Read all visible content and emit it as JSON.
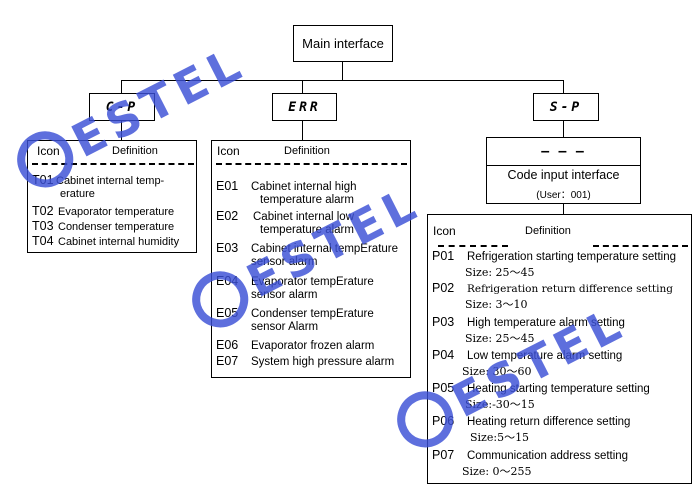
{
  "main_node": "Main interface",
  "modes": [
    "C-P",
    "ERR",
    "S-P"
  ],
  "table_headers": {
    "icon": "Icon",
    "definition": "Definition"
  },
  "cp_items": [
    {
      "code": "T01",
      "desc": "Cabinet internal temp-",
      "desc2": "erature"
    },
    {
      "code": "T02",
      "desc": "Evaporator temperature"
    },
    {
      "code": "T03",
      "desc": "Condenser temperature"
    },
    {
      "code": "T04",
      "desc": "Cabinet internal humidity"
    }
  ],
  "err_items": [
    {
      "code": "E01",
      "desc": "Cabinet internal high",
      "desc2": "temperature alarm"
    },
    {
      "code": "E02",
      "desc": "Cabinet internal low",
      "desc2": "temperature alarm"
    },
    {
      "code": "E03",
      "desc": "Cabinet internal tempErature",
      "desc2": "sensor alarm"
    },
    {
      "code": "E04",
      "desc": "Evaporator tempErature",
      "desc2": "sensor alarm"
    },
    {
      "code": "E05",
      "desc": "Condenser tempErature",
      "desc2": "sensor Alarm"
    },
    {
      "code": "E06",
      "desc": "Evaporator frozen alarm"
    },
    {
      "code": "E07",
      "desc": "System high pressure alarm"
    }
  ],
  "code_input": {
    "display": "– – –",
    "title": "Code input interface",
    "user": "(User：001)"
  },
  "sp_items": [
    {
      "code": "P01",
      "desc": "Refrigeration starting temperature setting",
      "size": "Size: 25～45"
    },
    {
      "code": "P02",
      "desc": "Refrigeration return difference setting",
      "size": "Size: 3～10"
    },
    {
      "code": "P03",
      "desc": "High temperature alarm setting",
      "size": "Size: 25～45"
    },
    {
      "code": "P04",
      "desc": "Low temperature alarm setting",
      "size": "Size: 30～60"
    },
    {
      "code": "P05",
      "desc": "Heating starting temperature setting",
      "size": "Size:-30～15"
    },
    {
      "code": "P06",
      "desc": "Heating return difference setting",
      "size": "Size:5～15"
    },
    {
      "code": "P07",
      "desc": "Communication address setting",
      "size": "Size: 0～255"
    }
  ],
  "watermark": {
    "text": "ESTEL",
    "color": "#3a4fd6"
  }
}
